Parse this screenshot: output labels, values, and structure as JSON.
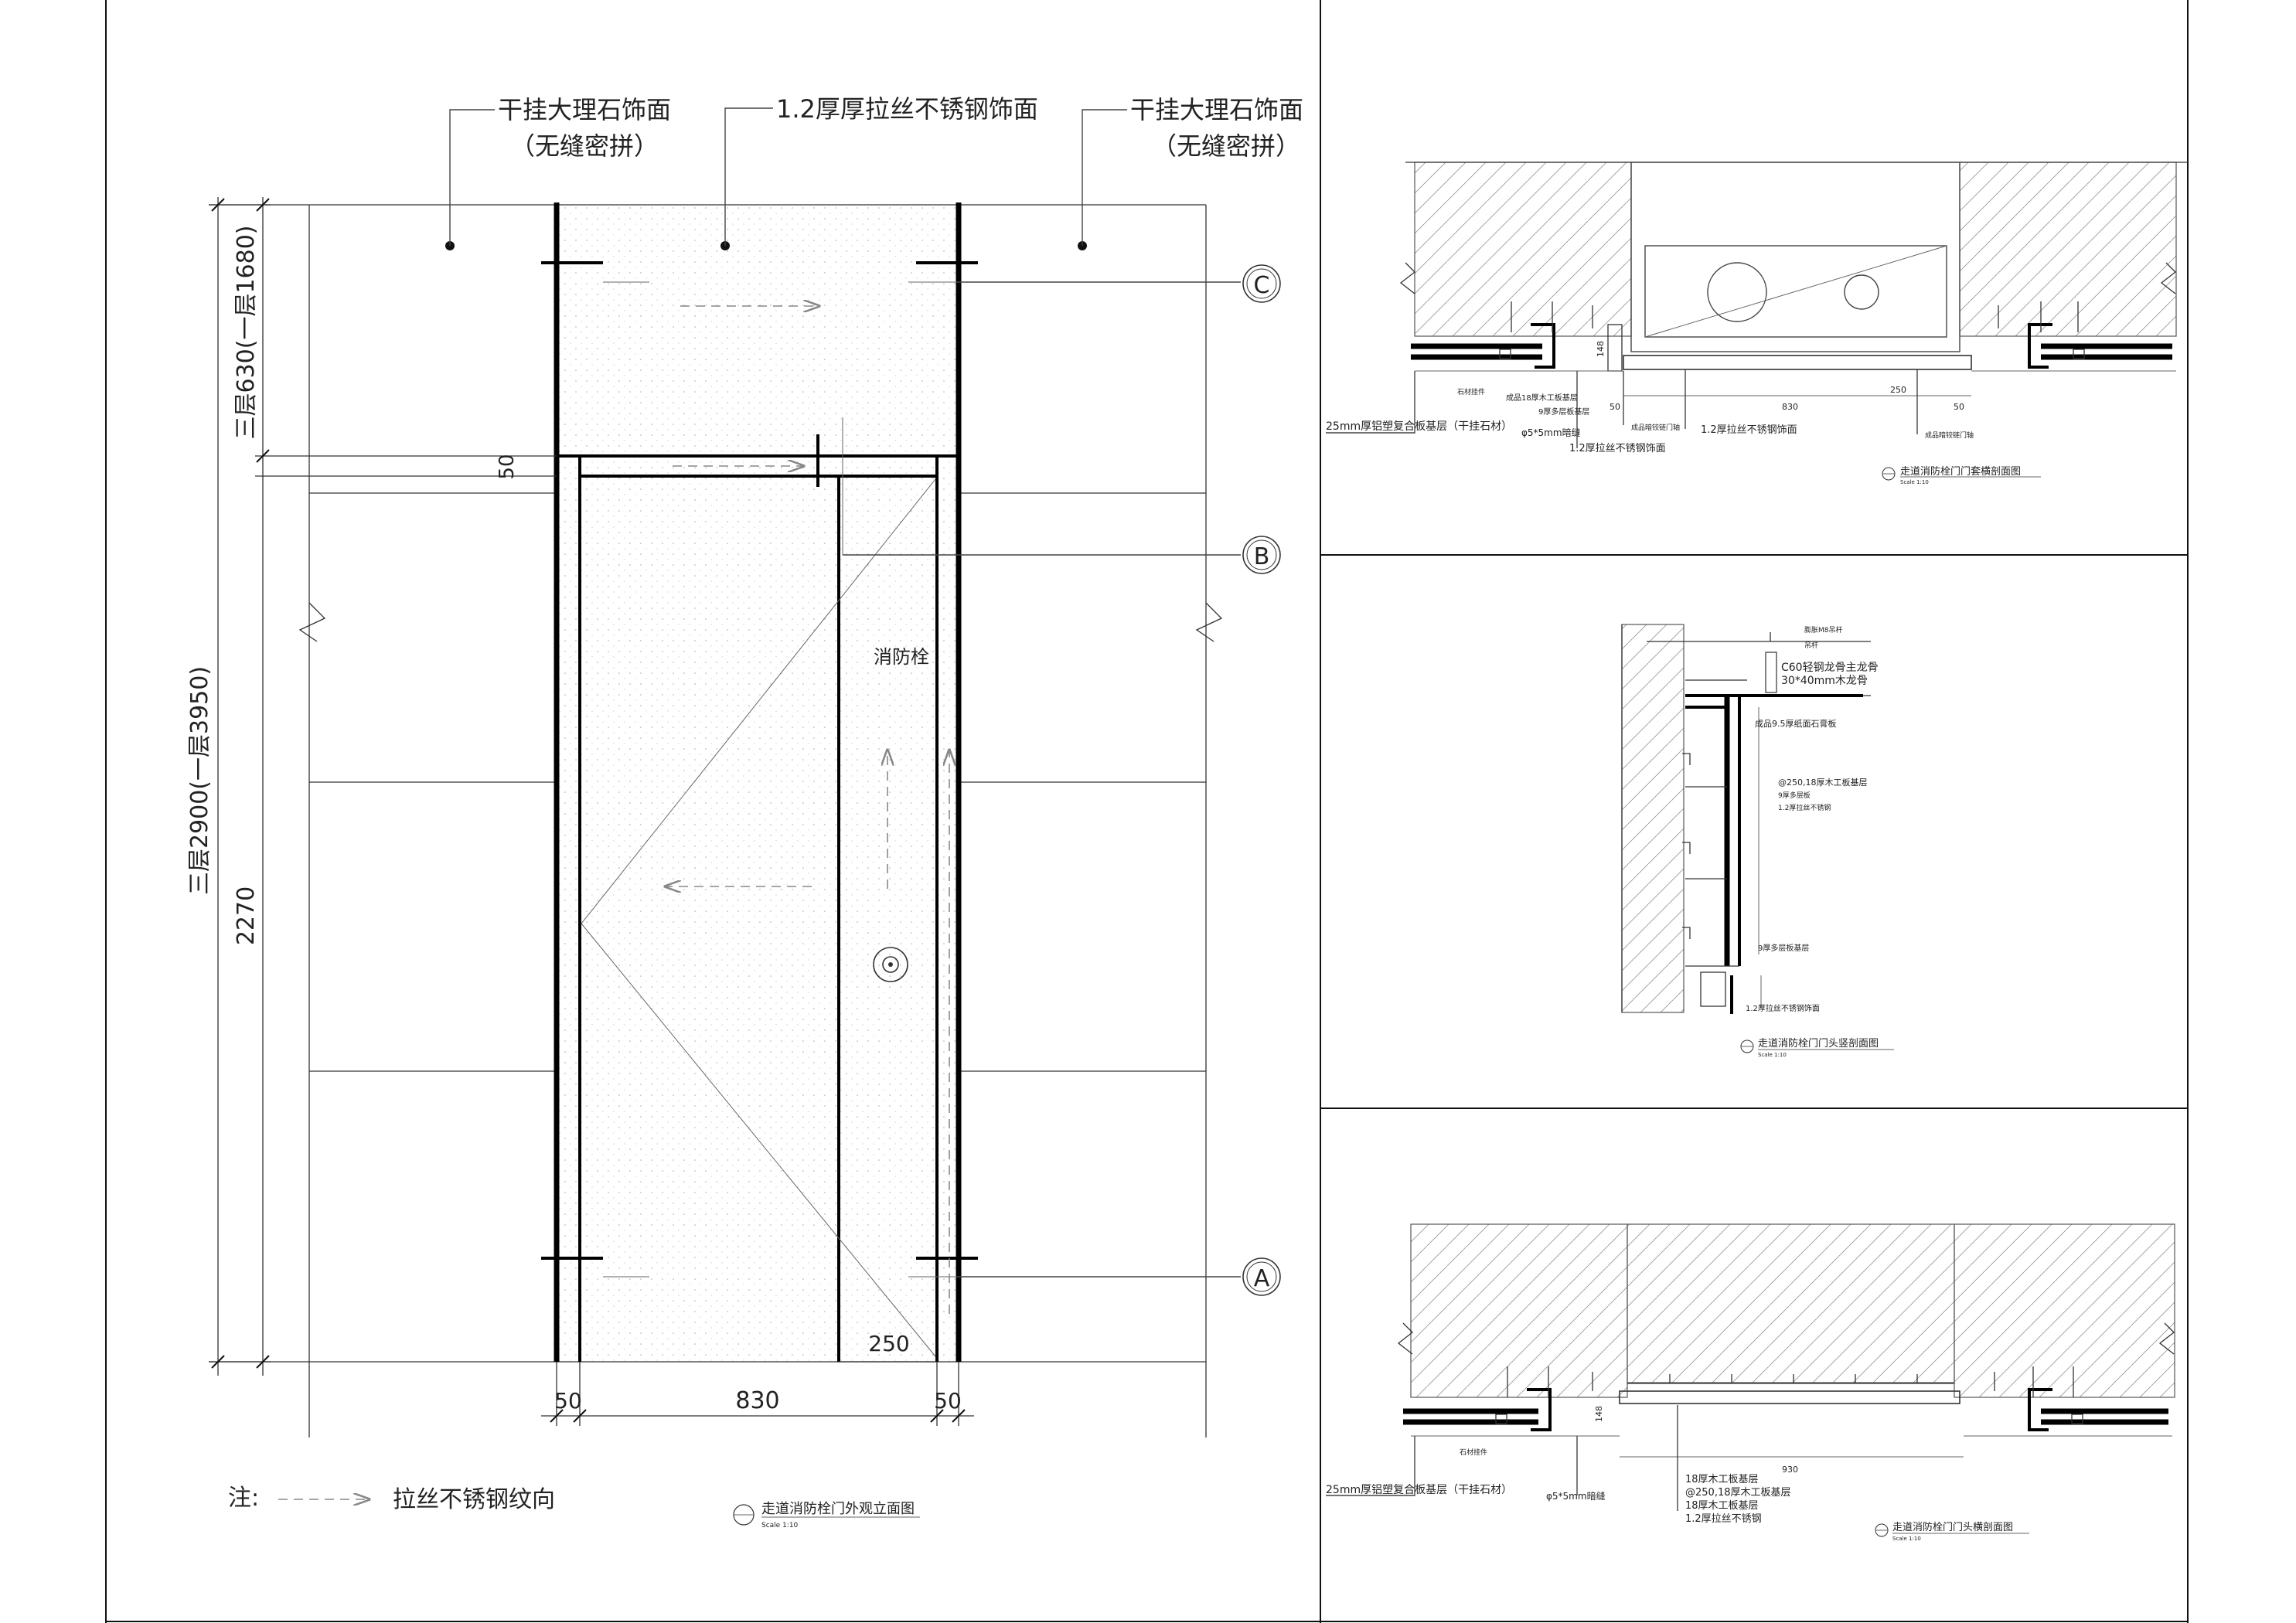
{
  "elevation": {
    "callout_marble_left_1": "干挂大理石饰面",
    "callout_marble_left_2": "（无缝密拼）",
    "callout_steel": "1.2厚厚拉丝不锈钢饰面",
    "callout_marble_right_1": "干挂大理石饰面",
    "callout_marble_right_2": "（无缝密拼）",
    "dim_total": "三层2900(一层3950)",
    "dim_top": "三层630(一层1680)",
    "dim_2270": "2270",
    "dim_50_vert": "50",
    "dim_bottom_50_left": "50",
    "dim_bottom_830": "830",
    "dim_bottom_50_right": "50",
    "dim_250": "250",
    "label_hydrant": "消防栓",
    "marker_c": "C",
    "marker_b": "B",
    "marker_a": "A",
    "note_prefix": "注:",
    "note_text": "拉丝不锈钢纹向",
    "title": "走道消防栓门外观立面图",
    "scale": "Scale 1:10"
  },
  "detail_c": {
    "label_left_1": "25mm厚铝塑复合板基层（干挂石材）",
    "label_left_2": "成品18厚木工板基层",
    "label_left_3": "9厚多层板基层",
    "label_left_4": "φ5*5mm暗缝",
    "label_left_5": "1.2厚拉丝不锈钢饰面",
    "label_mid_1": "石材挂件",
    "label_mid_2": "成品暗铰链门轴",
    "label_mid_3": "1.2厚拉丝不锈钢饰面",
    "label_right_1": "成品暗铰链门轴",
    "dim_148": "148",
    "dim_50": "50",
    "dim_830": "830",
    "dim_250": "250",
    "dim_50b": "50",
    "title": "走道消防栓门门套横剖面图",
    "scale": "Scale 1:10"
  },
  "detail_b": {
    "label_1": "膨胀M8吊杆",
    "label_2": "吊杆",
    "label_3": "C60轻钢龙骨主龙骨",
    "label_4": "30*40mm木龙骨",
    "label_5": "成品9.5厚纸面石膏板",
    "label_6": "@250,18厚木工板基层",
    "label_7": "9厚多层板",
    "label_8": "1.2厚拉丝不锈钢",
    "label_9": "9厚多层板基层",
    "label_10": "1.2厚拉丝不锈钢饰面",
    "title": "走道消防栓门门头竖剖面图",
    "scale": "Scale 1:10"
  },
  "detail_a": {
    "label_left_1": "25mm厚铝塑复合板基层（干挂石材）",
    "label_left_2": "φ5*5mm暗缝",
    "label_left_3": "石材挂件",
    "label_r_1": "18厚木工板基层",
    "label_r_2": "@250,18厚木工板基层",
    "label_r_3": "18厚木工板基层",
    "label_r_4": "1.2厚拉丝不锈钢",
    "dim_148": "148",
    "dim_930": "930",
    "title": "走道消防栓门门头横剖面图",
    "scale": "Scale 1:10"
  }
}
